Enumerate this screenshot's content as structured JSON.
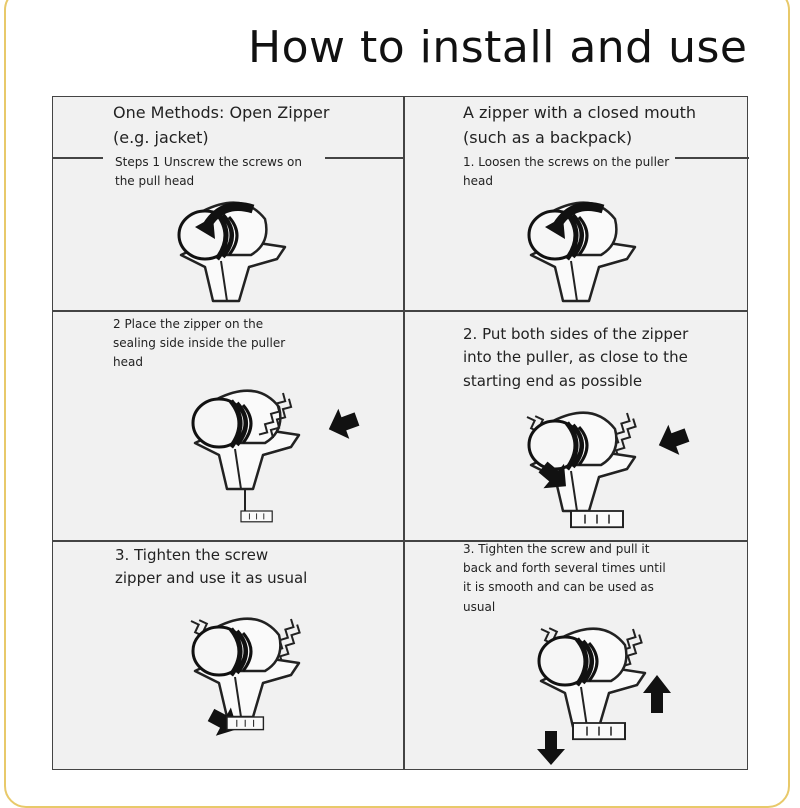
{
  "title": "How to install and use",
  "left_column": {
    "header": [
      "One Methods: Open Zipper",
      "(e.g. jacket)"
    ],
    "steps": [
      [
        "Steps 1 Unscrew the screws on",
        "the pull head"
      ],
      [
        "2 Place the zipper on the",
        "sealing side inside the puller",
        "head"
      ],
      [
        "3. Tighten the screw",
        "zipper and use it as usual"
      ]
    ]
  },
  "right_column": {
    "header": [
      "A zipper with a closed mouth",
      "(such as a backpack)"
    ],
    "steps": [
      [
        "1. Loosen the screws on the puller",
        "head"
      ],
      [
        "2. Put both sides of the zipper",
        "into the puller, as close to the",
        "starting end as possible"
      ],
      [
        "3. Tighten the screw and pull it",
        "back and forth several times until",
        "it is smooth and can be used as",
        "usual"
      ]
    ]
  },
  "colors": {
    "frame": "#e8c96a",
    "panel": "#f1f1f1",
    "line": "#444444"
  }
}
